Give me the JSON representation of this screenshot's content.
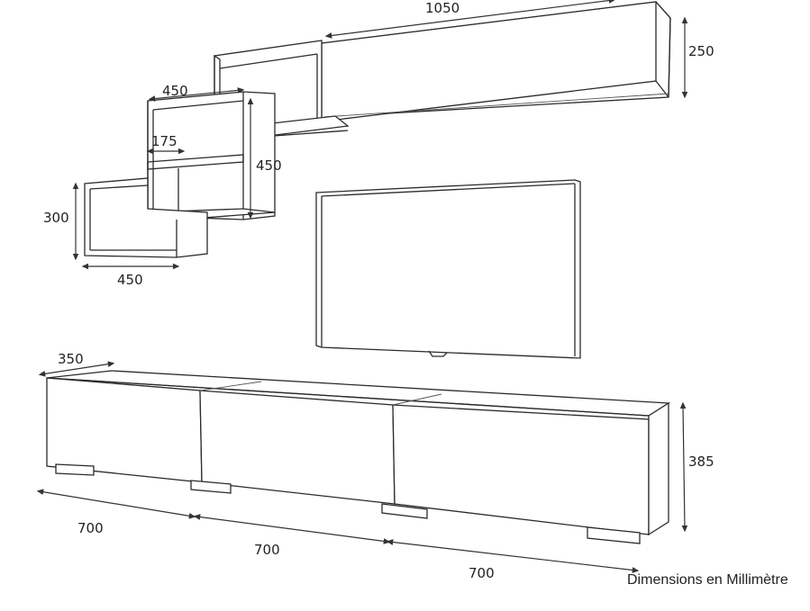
{
  "dimensions": {
    "top_cabinet_width": "1050",
    "top_cabinet_height": "250",
    "shelf_width": "450",
    "shelf_inner": "175",
    "shelf_height": "450",
    "box_height": "300",
    "box_width": "450",
    "base_depth": "350",
    "base_height": "385",
    "base_section_1": "700",
    "base_section_2": "700",
    "base_section_3": "700"
  },
  "caption": "Dimensions en Millimètre",
  "icons": [
    "dimension-arrow-icon"
  ]
}
